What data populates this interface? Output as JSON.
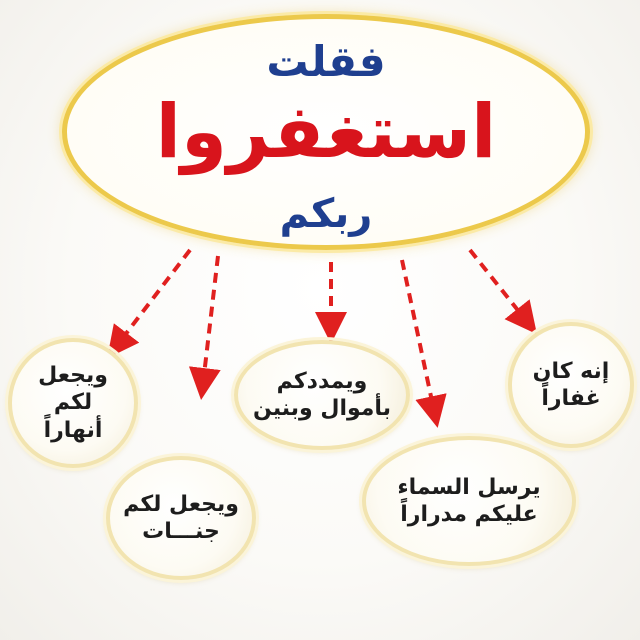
{
  "header": {
    "top_text": "فقلت",
    "main_text": "استغفروا",
    "bottom_text": "ربكم"
  },
  "outcomes": [
    {
      "id": "nahar",
      "text": "ويجعل\nلكم\nأنهاراً"
    },
    {
      "id": "jannat",
      "text": "ويجعل لكم\nجنـــات"
    },
    {
      "id": "amwal",
      "text": "ويمددكم\nبأموال وبنين"
    },
    {
      "id": "samaa",
      "text": "يرسل السماء\nعليكم مدراراً"
    },
    {
      "id": "ghaffar",
      "text": "إنه كان\nغفاراً"
    }
  ],
  "colors": {
    "main_text": "#d8141c",
    "secondary_text": "#1f3f8f",
    "arrow": "#e0201f",
    "ellipse_border": "#ecc94b"
  }
}
